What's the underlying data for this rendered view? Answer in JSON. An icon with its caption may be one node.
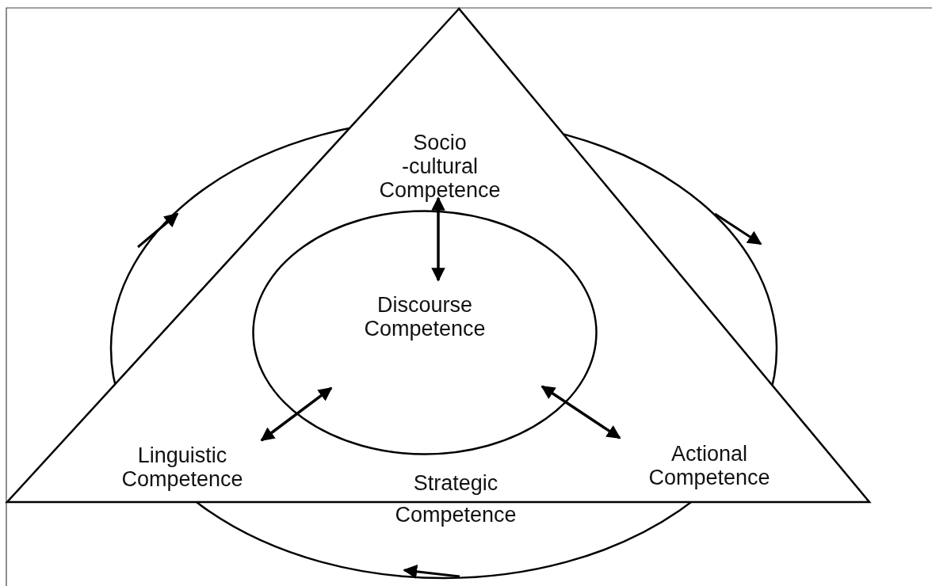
{
  "diagram": {
    "nodes": [
      {
        "text": [],
        "shape": "triangle"
      },
      {
        "text": [
          "Socio -cultural Competence"
        ],
        "in": 0
      },
      {
        "text": [
          "Discourse Competence"
        ],
        "in": 0
      },
      {
        "text": [
          "Linguistic Competence"
        ],
        "in": 0
      },
      {
        "text": [
          "Actional Competence"
        ],
        "in": 0
      },
      {
        "text": [
          "Strategic Competence"
        ]
      }
    ],
    "edges": [
      {
        "from": 1,
        "to": 2,
        "arrow": "both"
      },
      {
        "from": 3,
        "to": 2,
        "arrow": "both"
      },
      {
        "from": 4,
        "to": 2,
        "arrow": "both"
      }
    ]
  }
}
